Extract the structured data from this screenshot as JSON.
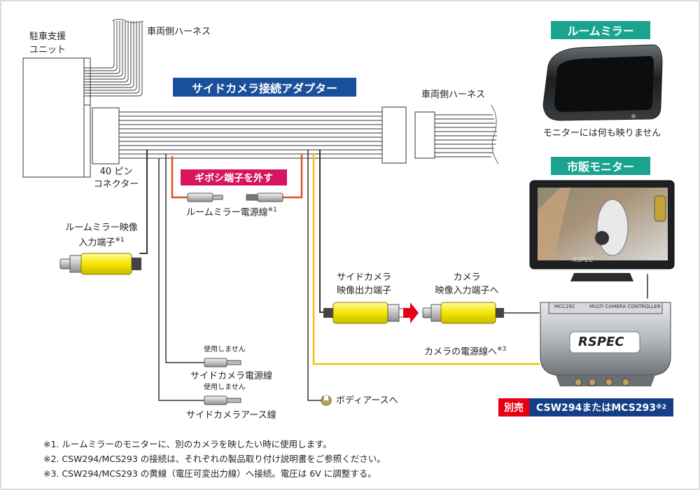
{
  "labels": {
    "parking_unit": [
      "駐車支援",
      "ユニット"
    ],
    "vehicle_harness_top": "車両側ハーネス",
    "vehicle_harness_right": "車両側ハーネス",
    "connector_40pin": [
      "40 ピン",
      "コネクター"
    ],
    "adapter_title": "サイドカメラ接続アダプター",
    "remove_gibosi": "ギボシ端子を外す",
    "mirror_power": "ルームミラー電源線",
    "mirror_power_note": "※1",
    "mirror_video_in": [
      "ルームミラー映像",
      "入力端子"
    ],
    "mirror_video_note": "※1",
    "side_cam_power": "サイドカメラ電源線",
    "side_cam_ground": "サイドカメラアース線",
    "unused_1": "使用しません",
    "unused_2": "使用しません",
    "side_cam_out": [
      "サイドカメラ",
      "映像出力端子"
    ],
    "cam_in": [
      "カメラ",
      "映像入力端子へ"
    ],
    "cam_power": "カメラの電源線へ",
    "cam_power_note": "※3",
    "body_earth": "ボディアースへ",
    "room_mirror_badge": "ルームミラー",
    "room_mirror_caption": "モニターには何も映りません",
    "monitor_badge": "市販モニター",
    "sold_separately": "別売",
    "product_name": "CSW294またはMCS293",
    "product_note": "※2",
    "controller_model": "MCC292",
    "controller_title": "MULTI CAMERA CONTROLLER",
    "controller_brand": "RSPEC",
    "monitor_brand": "RSPEC"
  },
  "notes": [
    "※1. ルームミラーのモニターに、別のカメラを映したい時に使用します。",
    "※2. CSW294/MCS293 の接続は、それぞれの製品取り付け説明書をご参照ください。",
    "※3. CSW294/MCS293 の黄線（電圧可変出力線）へ接続。電圧は 6V に調整する。"
  ],
  "colors": {
    "adapter_badge": "#1a4f9c",
    "teal_badge": "#1aa38f",
    "pink_badge": "#d6175f",
    "yellow_wire": "#f2c200",
    "orange_wire": "#d9531e",
    "rca_yellow": "#f5e600",
    "arrow_red": "#e60012"
  }
}
